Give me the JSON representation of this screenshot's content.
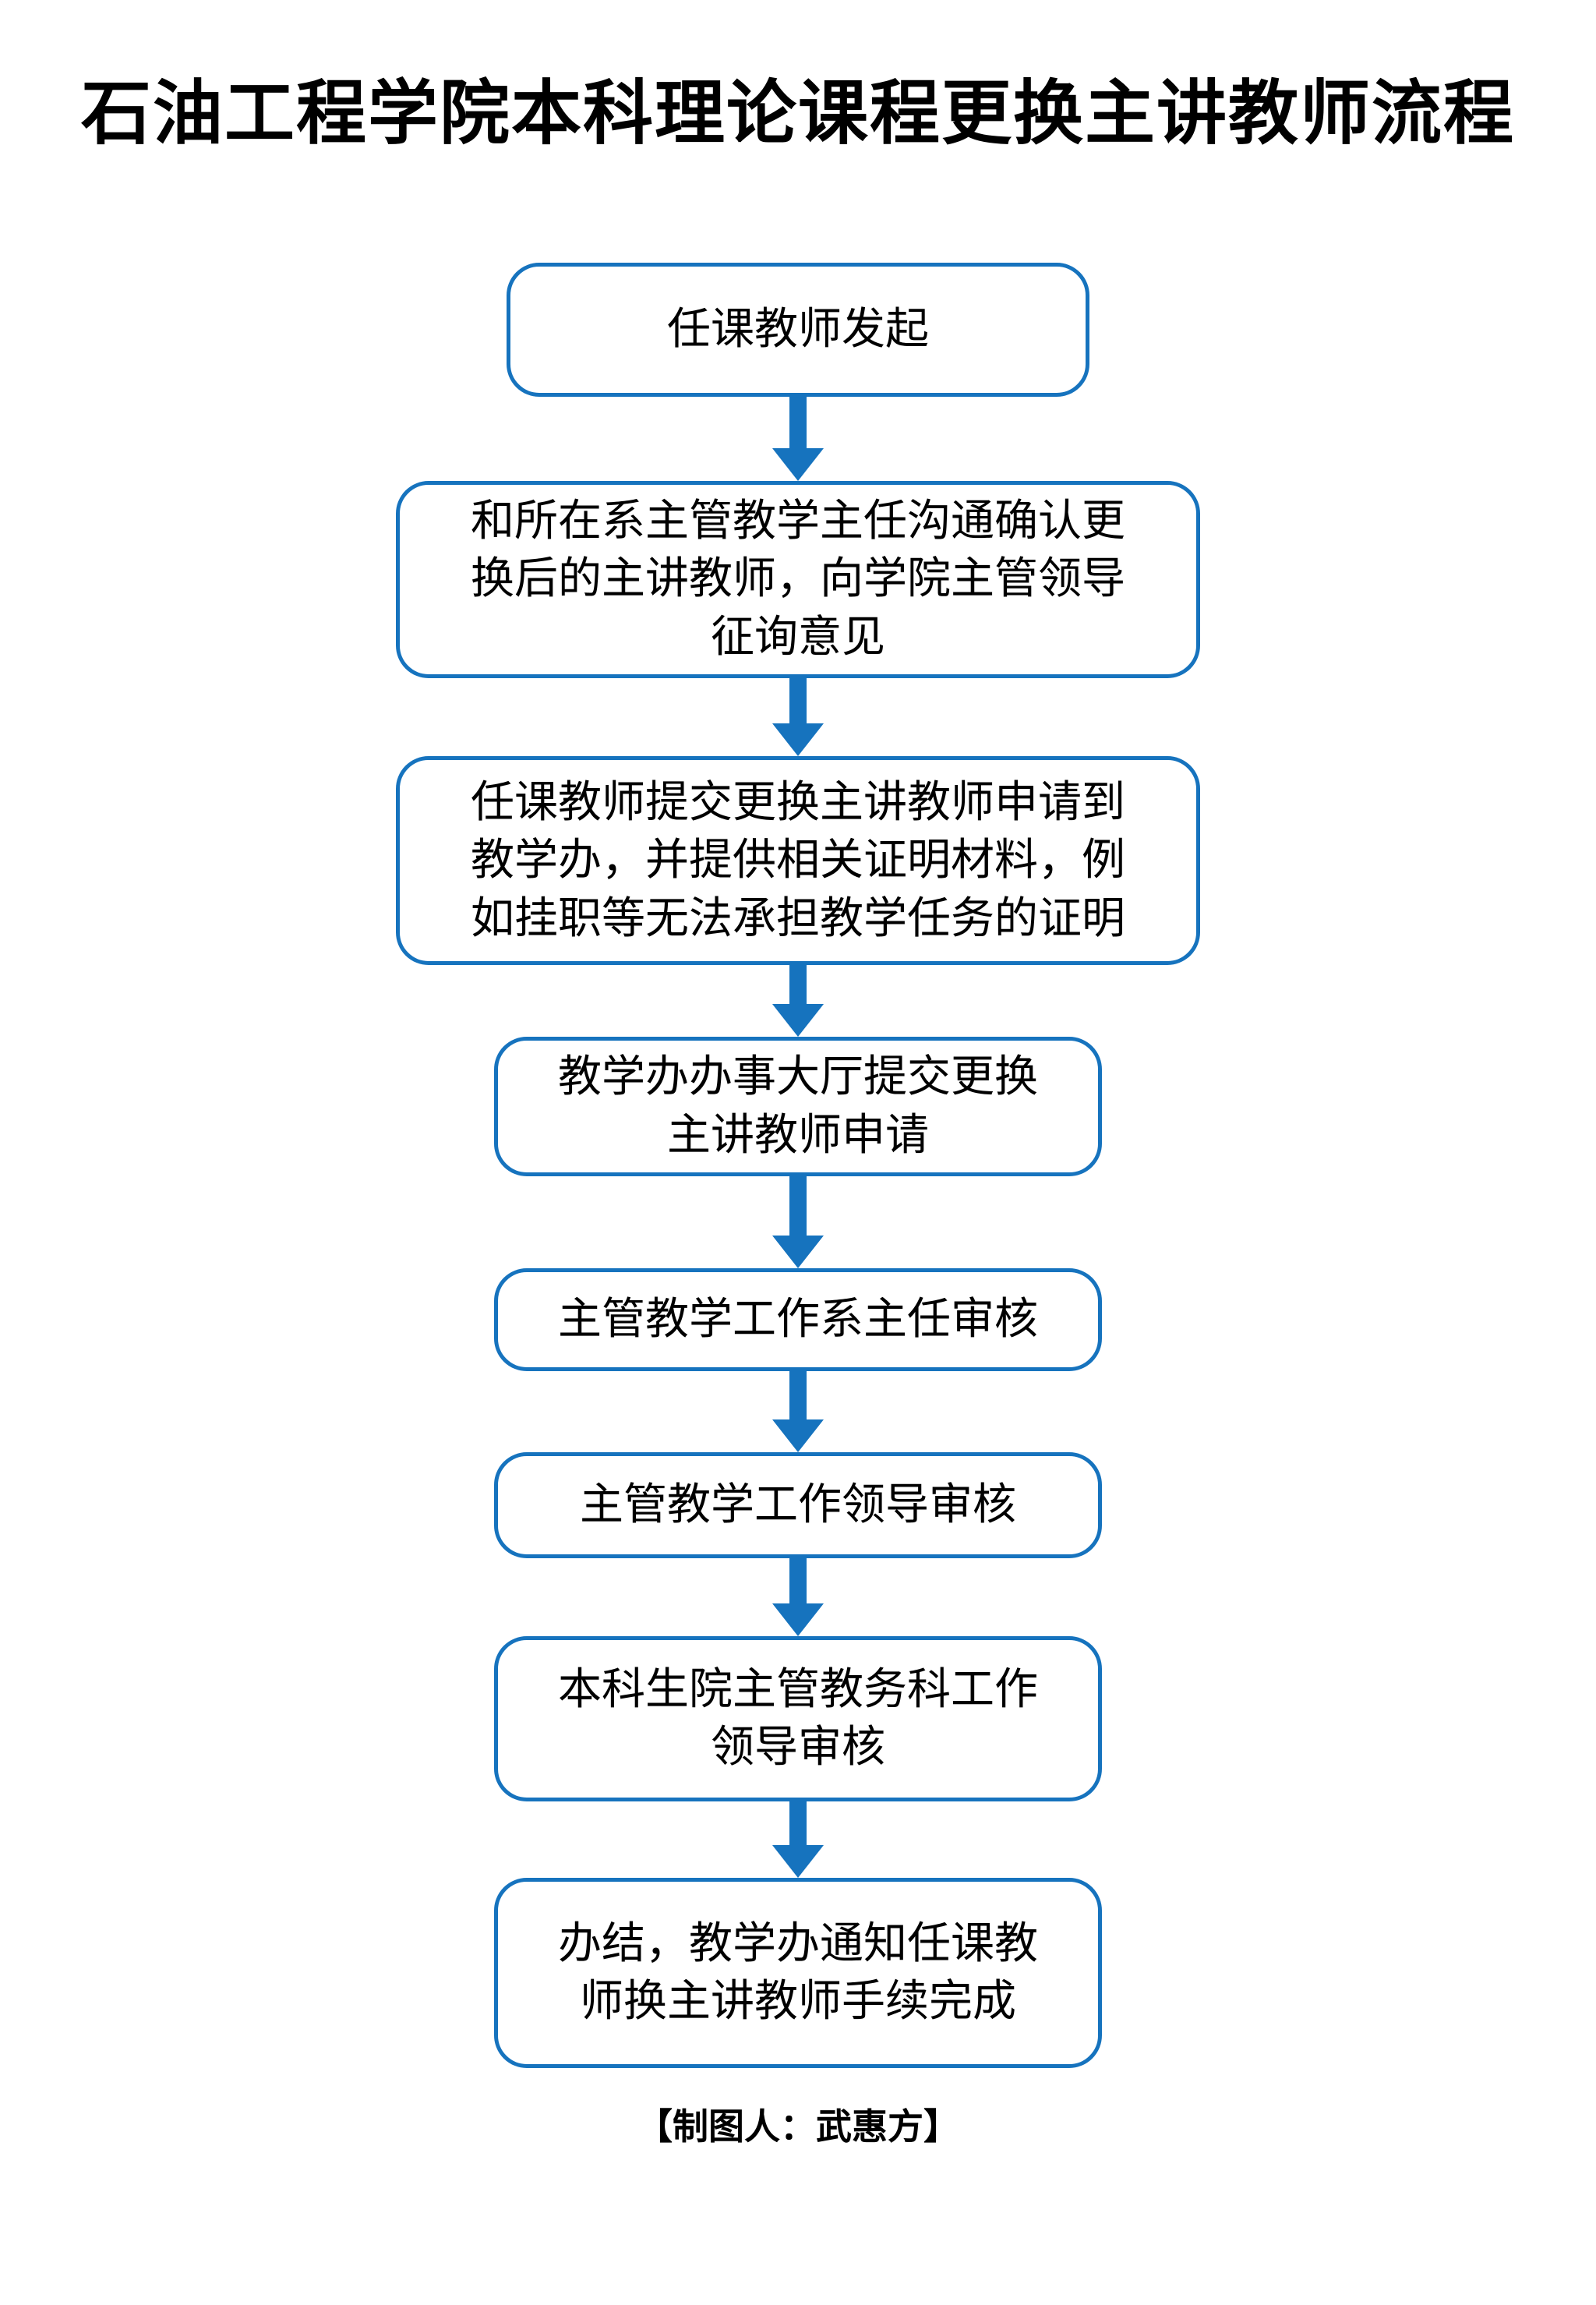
{
  "page": {
    "title": "石油工程学院本科理论课程更换主讲教师流程",
    "footer": "【制图人：武惠方】"
  },
  "colors": {
    "accent_blue": "#1673BE",
    "text": "#000000",
    "background": "#FFFFFF"
  },
  "flowchart": {
    "type": "vertical-flow",
    "connector": "down-block-arrow",
    "steps": [
      {
        "id": 1,
        "label": "任课教师发起"
      },
      {
        "id": 2,
        "label": "和所在系主管教学主任沟通确认更\n换后的主讲教师，向学院主管领导\n征询意见"
      },
      {
        "id": 3,
        "label": "任课教师提交更换主讲教师申请到\n教学办，并提供相关证明材料，例\n如挂职等无法承担教学任务的证明"
      },
      {
        "id": 4,
        "label": "教学办办事大厅提交更换\n主讲教师申请"
      },
      {
        "id": 5,
        "label": "主管教学工作系主任审核"
      },
      {
        "id": 6,
        "label": "主管教学工作领导审核"
      },
      {
        "id": 7,
        "label": "本科生院主管教务科工作\n领导审核"
      },
      {
        "id": 8,
        "label": "办结，教学办通知任课教\n师换主讲教师手续完成"
      }
    ]
  }
}
